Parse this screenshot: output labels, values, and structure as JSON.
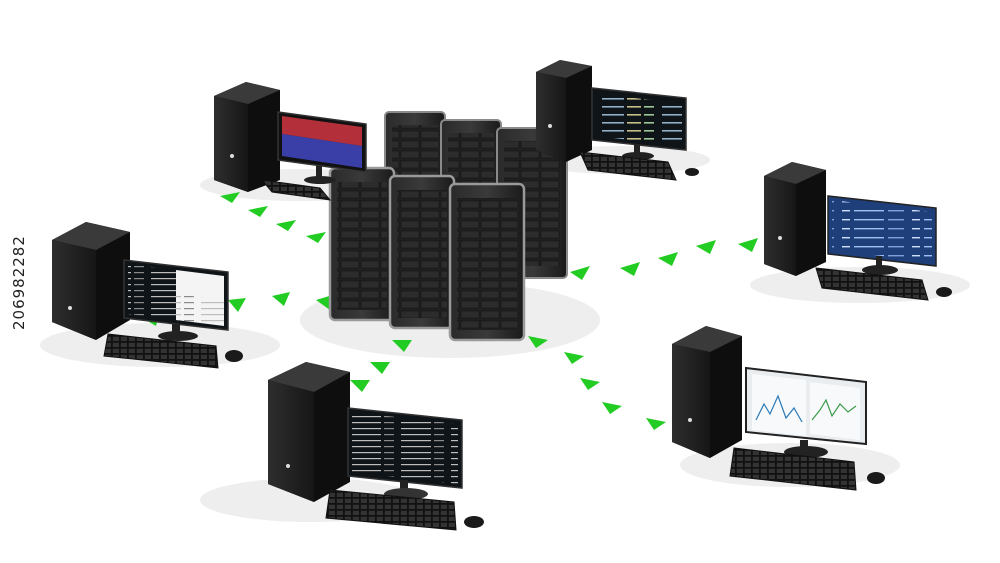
{
  "image": {
    "watermark_id": "206982282",
    "colors": {
      "background": "#ffffff",
      "arrow": "#22cc22",
      "cabinet": "#1c1c1c",
      "cabinet_edge": "#9a9a9a",
      "screen_dark": "#0f1418",
      "screen_blue": "#1f3f7a",
      "screen_light": "#f2f5f7"
    },
    "nodes": [
      {
        "role": "server-rack",
        "count": 6
      },
      {
        "role": "workstation",
        "screen": "red-blue-list"
      },
      {
        "role": "workstation",
        "screen": "code-dark"
      },
      {
        "role": "workstation",
        "screen": "code-blue"
      },
      {
        "role": "workstation",
        "screen": "terminal-split"
      },
      {
        "role": "workstation",
        "screen": "terminal-dark"
      },
      {
        "role": "workstation",
        "screen": "analytics-light"
      }
    ]
  }
}
